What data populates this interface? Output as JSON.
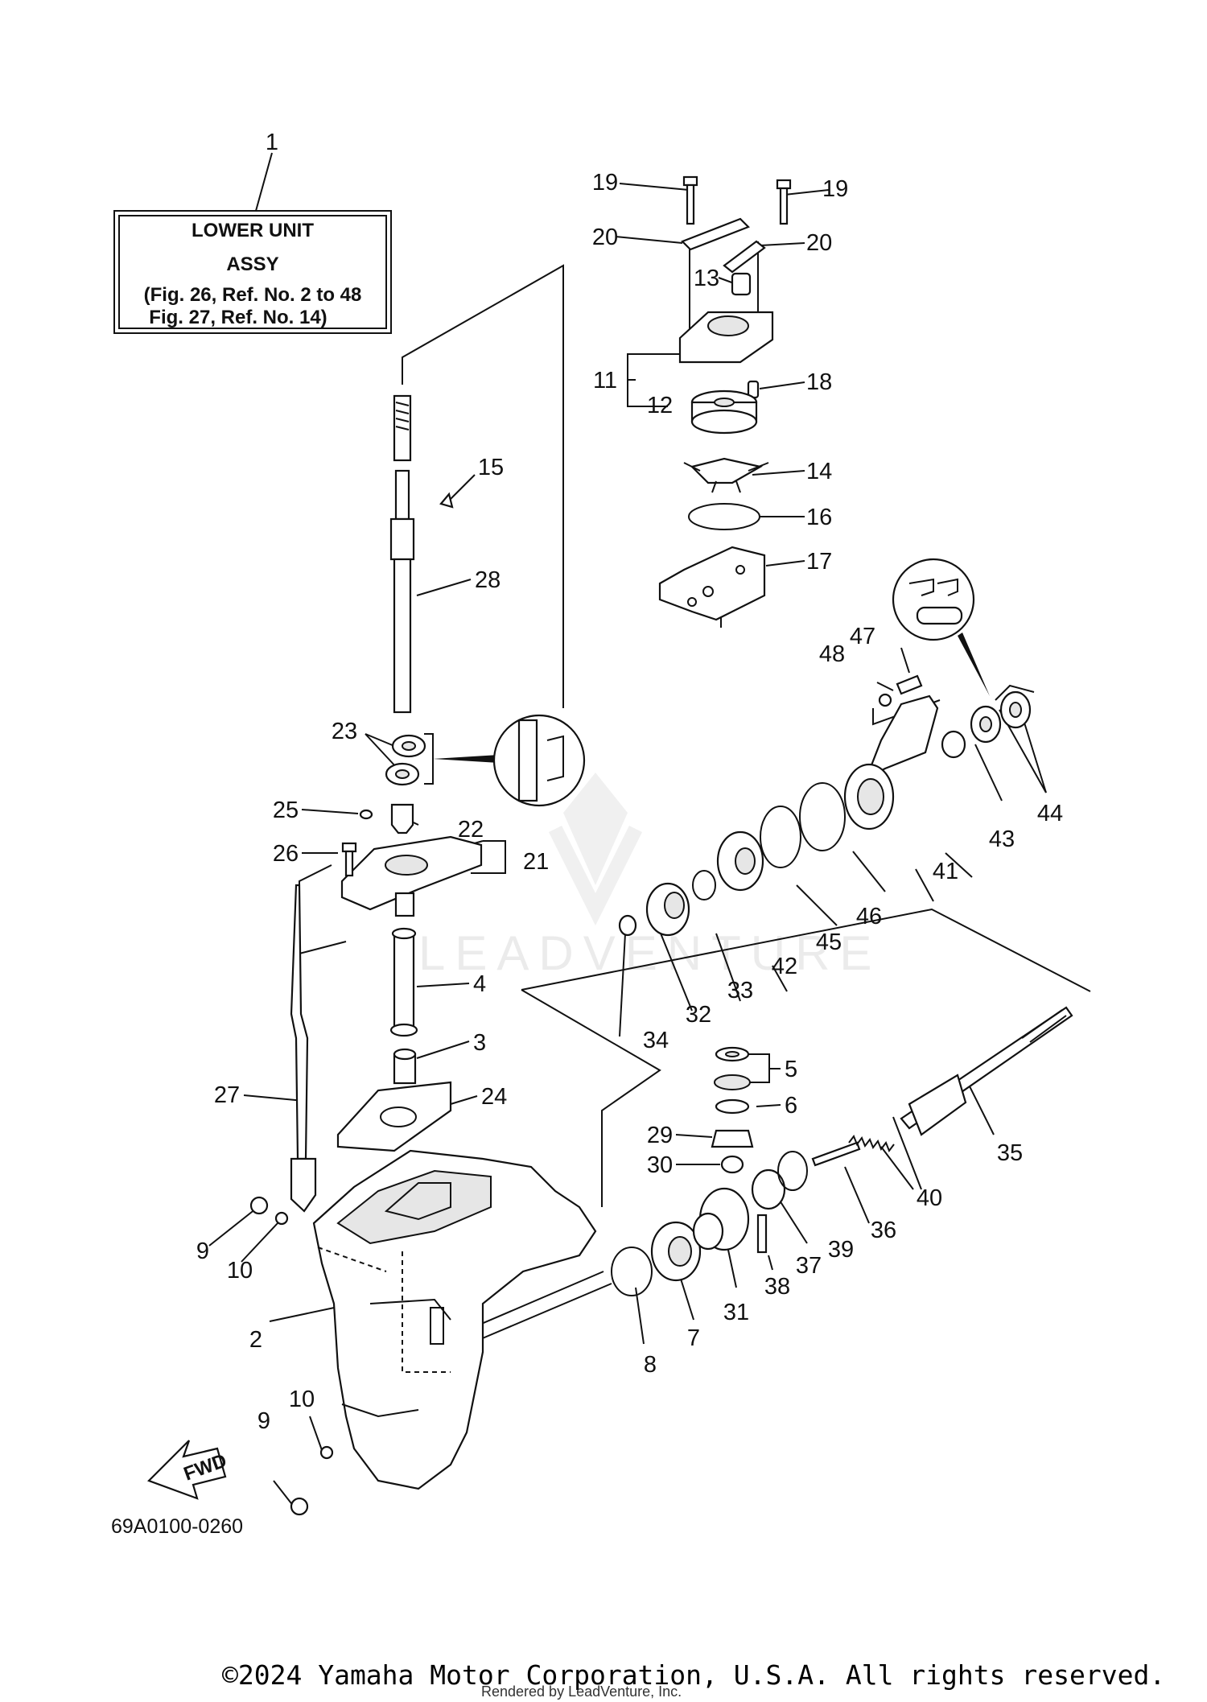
{
  "assy_box": {
    "line1": "LOWER UNIT",
    "line2": "ASSY",
    "line3": "(Fig. 26, Ref. No. 2 to 48",
    "line4": "Fig. 27, Ref. No. 14)"
  },
  "fwd_label": "FWD",
  "part_code": "69A0100-0260",
  "copyright": "©2024 Yamaha Motor Corporation, U.S.A. All rights reserved.",
  "rendered_by": "Rendered by LeadVenture, Inc.",
  "watermark": "LEADVENTURE",
  "callouts": [
    {
      "label": "1"
    },
    {
      "label": "19"
    },
    {
      "label": "19"
    },
    {
      "label": "20"
    },
    {
      "label": "20"
    },
    {
      "label": "13"
    },
    {
      "label": "11"
    },
    {
      "label": "12"
    },
    {
      "label": "18"
    },
    {
      "label": "15"
    },
    {
      "label": "14"
    },
    {
      "label": "16"
    },
    {
      "label": "17"
    },
    {
      "label": "28"
    },
    {
      "label": "47"
    },
    {
      "label": "48"
    },
    {
      "label": "23"
    },
    {
      "label": "25"
    },
    {
      "label": "22"
    },
    {
      "label": "26"
    },
    {
      "label": "21"
    },
    {
      "label": "44"
    },
    {
      "label": "43"
    },
    {
      "label": "41"
    },
    {
      "label": "46"
    },
    {
      "label": "45"
    },
    {
      "label": "42"
    },
    {
      "label": "33"
    },
    {
      "label": "32"
    },
    {
      "label": "34"
    },
    {
      "label": "4"
    },
    {
      "label": "3"
    },
    {
      "label": "5"
    },
    {
      "label": "24"
    },
    {
      "label": "27"
    },
    {
      "label": "6"
    },
    {
      "label": "29"
    },
    {
      "label": "35"
    },
    {
      "label": "30"
    },
    {
      "label": "40"
    },
    {
      "label": "9"
    },
    {
      "label": "10"
    },
    {
      "label": "36"
    },
    {
      "label": "39"
    },
    {
      "label": "37"
    },
    {
      "label": "38"
    },
    {
      "label": "31"
    },
    {
      "label": "7"
    },
    {
      "label": "2"
    },
    {
      "label": "8"
    },
    {
      "label": "10"
    },
    {
      "label": "9"
    }
  ]
}
